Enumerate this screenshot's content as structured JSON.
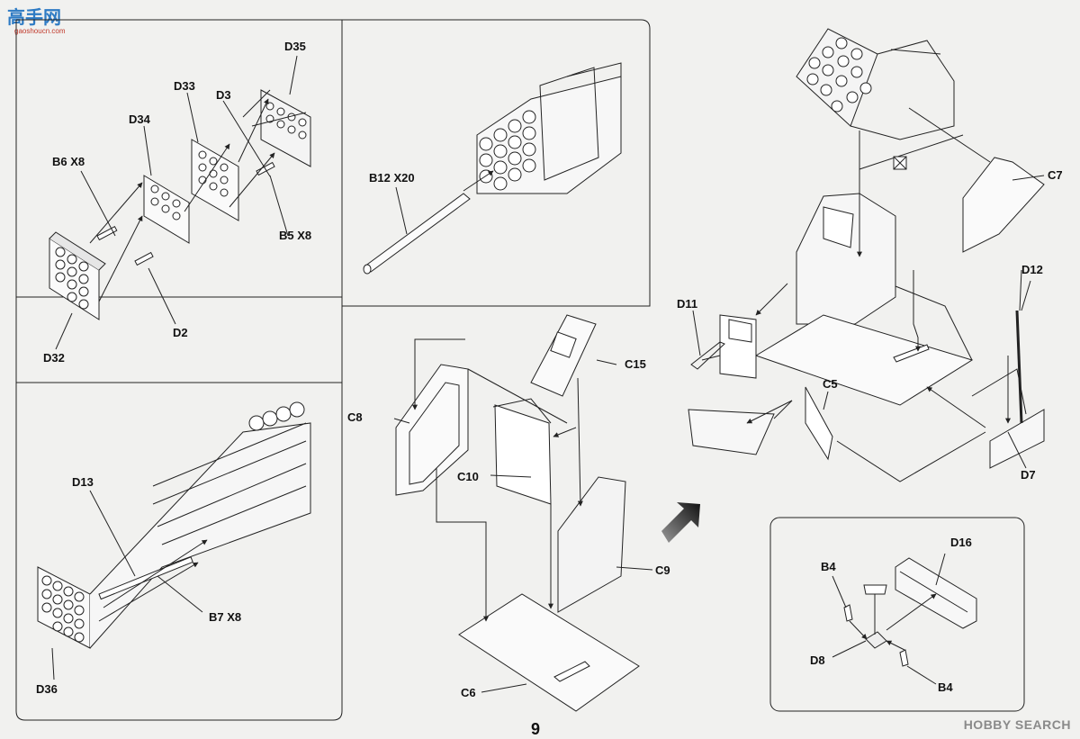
{
  "watermark": {
    "logo": "高手网",
    "sub": "gaoshoucn.com"
  },
  "page_number": "9",
  "site_mark": "HOBBY SEARCH",
  "panels": {
    "top_left": {
      "labels": {
        "D35": "D35",
        "D33": "D33",
        "D3": "D3",
        "D34": "D34",
        "B6": "B6 X8",
        "B5": "B5 X8",
        "D2": "D2",
        "D32": "D32"
      }
    },
    "top_middle": {
      "labels": {
        "B12": "B12 X20"
      }
    },
    "bottom_left": {
      "labels": {
        "D13": "D13",
        "B7": "B7 X8",
        "D36": "D36"
      }
    },
    "center": {
      "labels": {
        "C15": "C15",
        "C8": "C8",
        "C10": "C10",
        "C9": "C9",
        "C6": "C6"
      }
    },
    "right": {
      "labels": {
        "C7": "C7",
        "D11": "D11",
        "C5": "C5",
        "D12": "D12",
        "D7": "D7"
      }
    },
    "detail": {
      "labels": {
        "B4_top": "B4",
        "D16": "D16",
        "D8": "D8",
        "B4_bottom": "B4"
      }
    }
  },
  "colors": {
    "line": "#222222",
    "background": "#f1f1ef",
    "arrow": "#333333"
  }
}
